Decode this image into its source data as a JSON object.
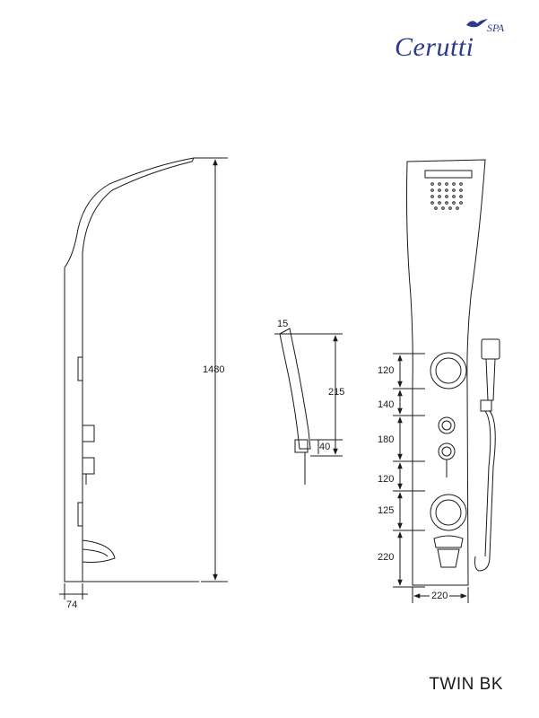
{
  "logo": {
    "brand": "Cerutti",
    "sub": "SPA"
  },
  "model_name": "TWIN BK",
  "dimensions": {
    "height_total": "1480",
    "depth": "74",
    "handshower_width": "15",
    "handshower_length": "215",
    "holder": "40",
    "front_120_top": "120",
    "front_140": "140",
    "front_180": "180",
    "front_120_mid": "120",
    "front_125": "125",
    "front_220": "220",
    "front_width": "220"
  },
  "colors": {
    "line": "#1a1a1a",
    "logo": "#2b3a8c"
  }
}
